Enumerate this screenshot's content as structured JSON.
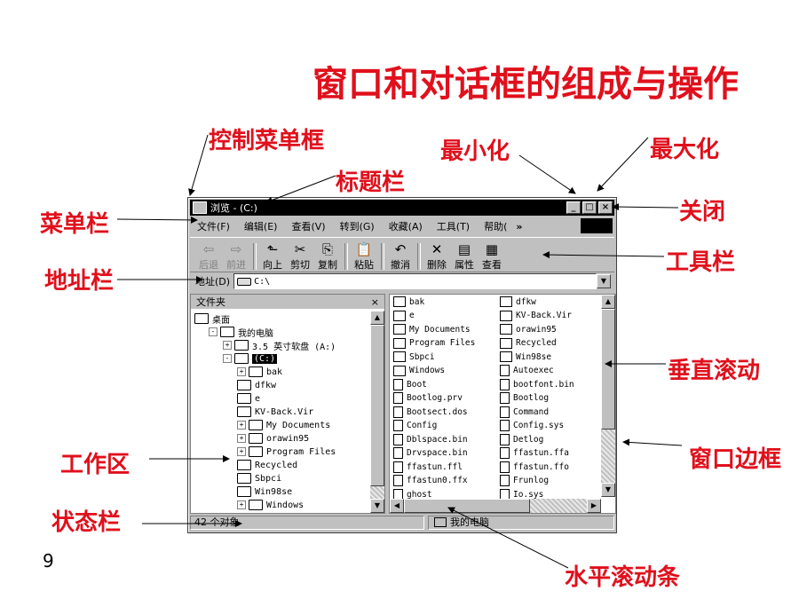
{
  "slide": {
    "title": "窗口和对话框的组成与操作",
    "page_number": "9"
  },
  "labels": {
    "control_menu": "控制菜单框",
    "minimize": "最小化",
    "maximize": "最大化",
    "titlebar": "标题栏",
    "menubar": "菜单栏",
    "close": "关闭",
    "addressbar": "地址栏",
    "toolbar": "工具栏",
    "vscroll": "垂直滚动",
    "workarea": "工作区",
    "border": "窗口边框",
    "statusbar": "状态栏",
    "hscroll": "水平滚动条"
  },
  "window": {
    "title": "浏览 -  (C:)",
    "caption_buttons": [
      "_",
      "□",
      "×"
    ],
    "menu": [
      "文件(F)",
      "编辑(E)",
      "查看(V)",
      "转到(G)",
      "收藏(A)",
      "工具(T)",
      "帮助("
    ],
    "menu_more": "»",
    "toolbar": [
      {
        "label": "后退",
        "icon": "back-arrow-icon",
        "glyph": "⇦",
        "enabled": false
      },
      {
        "label": "前进",
        "icon": "forward-arrow-icon",
        "glyph": "⇨",
        "enabled": false
      },
      {
        "label": "向上",
        "icon": "up-folder-icon",
        "glyph": "⬑",
        "enabled": true
      },
      {
        "label": "剪切",
        "icon": "scissors-icon",
        "glyph": "✂",
        "enabled": true
      },
      {
        "label": "复制",
        "icon": "copy-icon",
        "glyph": "⎘",
        "enabled": true
      },
      {
        "label": "粘贴",
        "icon": "paste-icon",
        "glyph": "📋",
        "enabled": true
      },
      {
        "label": "撤消",
        "icon": "undo-icon",
        "glyph": "↶",
        "enabled": true
      },
      {
        "label": "删除",
        "icon": "delete-icon",
        "glyph": "✕",
        "enabled": true
      },
      {
        "label": "属性",
        "icon": "properties-icon",
        "glyph": "▤",
        "enabled": true
      },
      {
        "label": "查看",
        "icon": "view-icon",
        "glyph": "▦",
        "enabled": true
      }
    ],
    "address_label": "地址(D)",
    "address_value": "C:\\",
    "folders_header": "文件夹",
    "folders_close": "×",
    "tree": [
      {
        "label": "桌面",
        "indent": 0,
        "pm": ""
      },
      {
        "label": "我的电脑",
        "indent": 1,
        "pm": "-"
      },
      {
        "label": "3.5 英寸软盘 (A:)",
        "indent": 2,
        "pm": "+"
      },
      {
        "label": "(C:)",
        "indent": 2,
        "pm": "-",
        "selected": true
      },
      {
        "label": "bak",
        "indent": 3,
        "pm": "+"
      },
      {
        "label": "dfkw",
        "indent": 3,
        "pm": ""
      },
      {
        "label": "e",
        "indent": 3,
        "pm": ""
      },
      {
        "label": "KV-Back.Vir",
        "indent": 3,
        "pm": ""
      },
      {
        "label": "My Documents",
        "indent": 3,
        "pm": "+"
      },
      {
        "label": "orawin95",
        "indent": 3,
        "pm": "+"
      },
      {
        "label": "Program Files",
        "indent": 3,
        "pm": "+"
      },
      {
        "label": "Recycled",
        "indent": 3,
        "pm": ""
      },
      {
        "label": "Sbpci",
        "indent": 3,
        "pm": ""
      },
      {
        "label": "Win98se",
        "indent": 3,
        "pm": ""
      },
      {
        "label": "Windows",
        "indent": 3,
        "pm": "+"
      }
    ],
    "files_col1": [
      "bak",
      "e",
      "My Documents",
      "Program Files",
      "Sbpci",
      "Windows",
      "Boot",
      "Bootlog.prv",
      "Bootsect.dos",
      "Config",
      "Dblspace.bin",
      "Drvspace.bin",
      "ffastun.ffl",
      "ffastun0.ffx",
      "ghost"
    ],
    "files_col2": [
      "dfkw",
      "KV-Back.Vir",
      "orawin95",
      "Recycled",
      "Win98se",
      "Autoexec",
      "bootfont.bin",
      "Bootlog",
      "Command",
      "Config.sys",
      "Detlog",
      "ffastun.ffa",
      "ffastun.ffo",
      "Frunlog",
      "Io.sys"
    ],
    "status_left": "42 个对象",
    "status_right": "我的电脑"
  }
}
